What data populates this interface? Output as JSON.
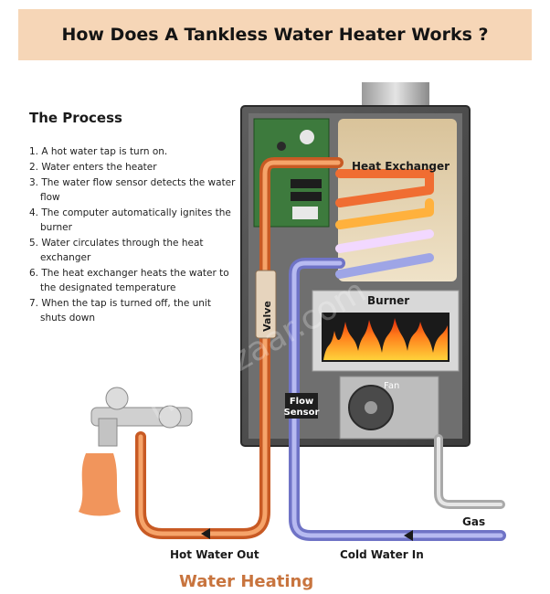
{
  "title": "How Does A Tankless Water Heater Works ?",
  "process": {
    "heading": "The Process",
    "steps": [
      "1. A hot water tap is turn on.",
      "2. Water enters the heater",
      "3. The water flow sensor detects the water flow",
      "4. The computer automatically ignites the burner",
      "5. Water circulates through the heat exchanger",
      "6. The heat exchanger heats the water to the designated temperature",
      "7. When the tap is turned off, the unit shuts down"
    ]
  },
  "labels": {
    "heat_exchanger": "Heat Exchanger",
    "burner": "Burner",
    "valve": "Valve",
    "flow_sensor_line1": "Flow",
    "flow_sensor_line2": "Sensor",
    "fan": "Fan",
    "gas": "Gas",
    "hot_water_out": "Hot Water Out",
    "cold_water_in": "Cold Water In",
    "footer": "Water Heating"
  },
  "watermark": "Homezaar.com",
  "colors": {
    "banner": "#f6d6b7",
    "hot_pipe": "#f2823a",
    "cold_pipe": "#8d8fd8",
    "footer_text": "#c8743e"
  }
}
